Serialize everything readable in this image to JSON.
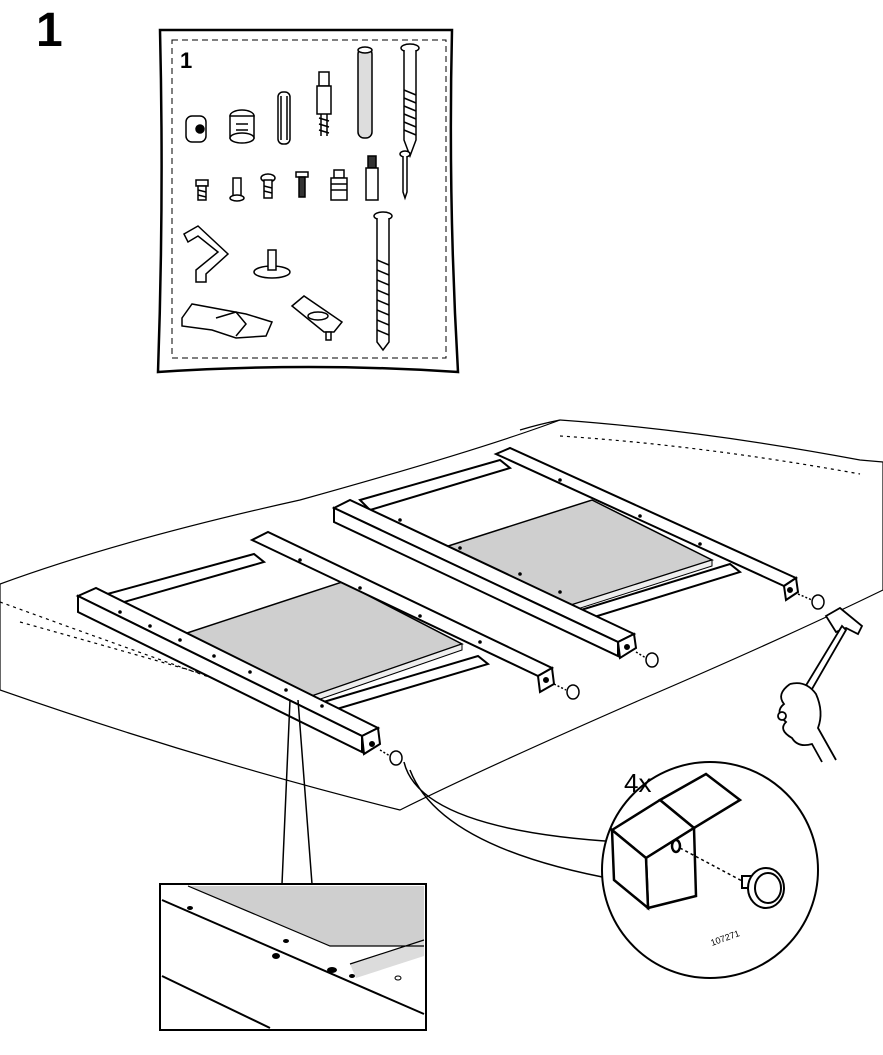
{
  "step": {
    "number": "1"
  },
  "bag": {
    "label": "1"
  },
  "detail": {
    "quantity": "4x",
    "part_number": "107271"
  },
  "colors": {
    "line": "#000000",
    "panel": "#cfcfcf",
    "paper": "#ffffff"
  },
  "icons": [
    "hammer-icon",
    "hand-icon",
    "allen-key-icon",
    "bolt-icon",
    "dowel-icon",
    "screw-icon",
    "glide-icon",
    "bracket-icon",
    "cam-lock-icon"
  ]
}
